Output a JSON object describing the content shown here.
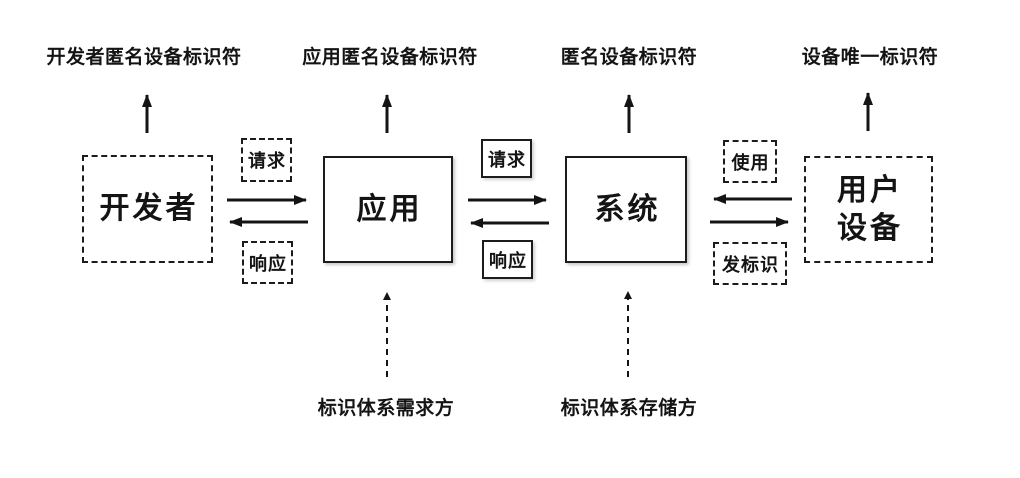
{
  "diagram": {
    "background_color": "#ffffff",
    "ink_color": "#141414",
    "top_labels": [
      {
        "text": "开发者匿名设备标识符"
      },
      {
        "text": "应用匿名设备标识符"
      },
      {
        "text": "匿名设备标识符"
      },
      {
        "text": "设备唯一标识符"
      }
    ],
    "nodes": [
      {
        "label": "开发者",
        "border": "dashed"
      },
      {
        "label": "应用",
        "border": "solid"
      },
      {
        "label": "系统",
        "border": "solid"
      },
      {
        "label": "用户设备",
        "border": "dashed",
        "lines": [
          "用户",
          "设备"
        ]
      }
    ],
    "edge_labels": [
      {
        "text": "请求",
        "border": "dashed",
        "between": "开发者-应用"
      },
      {
        "text": "响应",
        "border": "dashed",
        "between": "开发者-应用"
      },
      {
        "text": "请求",
        "border": "solid",
        "between": "应用-系统"
      },
      {
        "text": "响应",
        "border": "solid",
        "between": "应用-系统"
      },
      {
        "text": "使用",
        "border": "dashed",
        "between": "系统-用户设备"
      },
      {
        "text": "发标识",
        "border": "dashed",
        "between": "系统-用户设备"
      }
    ],
    "bottom_labels": [
      {
        "text": "标识体系需求方"
      },
      {
        "text": "标识体系存储方"
      }
    ]
  }
}
